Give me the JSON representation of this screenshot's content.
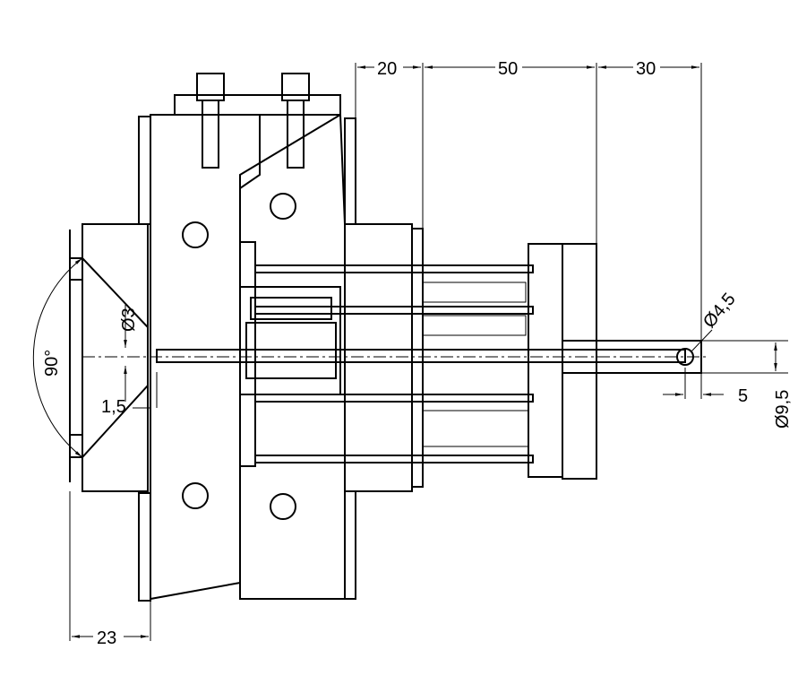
{
  "dimensions": {
    "d20": "20",
    "d50": "50",
    "d30": "30",
    "d90": "90°",
    "d3": "Ø3",
    "d15": "1,5",
    "d23": "23",
    "d45": "Ø4,5",
    "d5": "5",
    "d95": "Ø9,5"
  }
}
